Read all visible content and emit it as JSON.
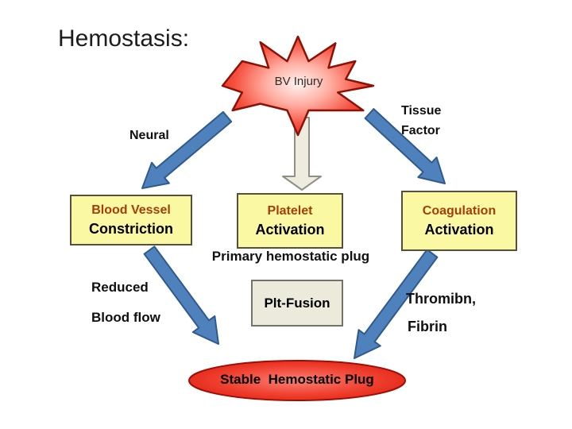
{
  "title": "Hemostasis:",
  "burst": {
    "label": "BV Injury"
  },
  "labels": {
    "neural": "Neural",
    "tissue_factor_line1": "Tissue",
    "tissue_factor_line2": "Factor",
    "primary_plug": "Primary hemostatic plug",
    "reduced_line1": "Reduced",
    "reduced_line2": "Blood flow",
    "thrombin_line1": "Thromibn,",
    "thrombin_line2": "Fibrin"
  },
  "boxes": [
    {
      "heading": "Blood Vessel",
      "subheading": "Constriction"
    },
    {
      "heading": "Platelet",
      "subheading": "Activation"
    },
    {
      "heading": "Coagulation",
      "subheading": "Activation"
    }
  ],
  "plt_fusion_label": "Plt-Fusion",
  "stable_plug_label": "Stable  Hemostatic Plug",
  "colors": {
    "arrow_blue": "#4F81BD",
    "arrow_blue_border": "#2F5A8C",
    "box_fill_yellow": "#FBF8A3",
    "box_heading_red": "#A33E0B",
    "burst_red": "#E02415",
    "plug_red": "#F0402F",
    "neutral_beige": "#EDECDF"
  }
}
